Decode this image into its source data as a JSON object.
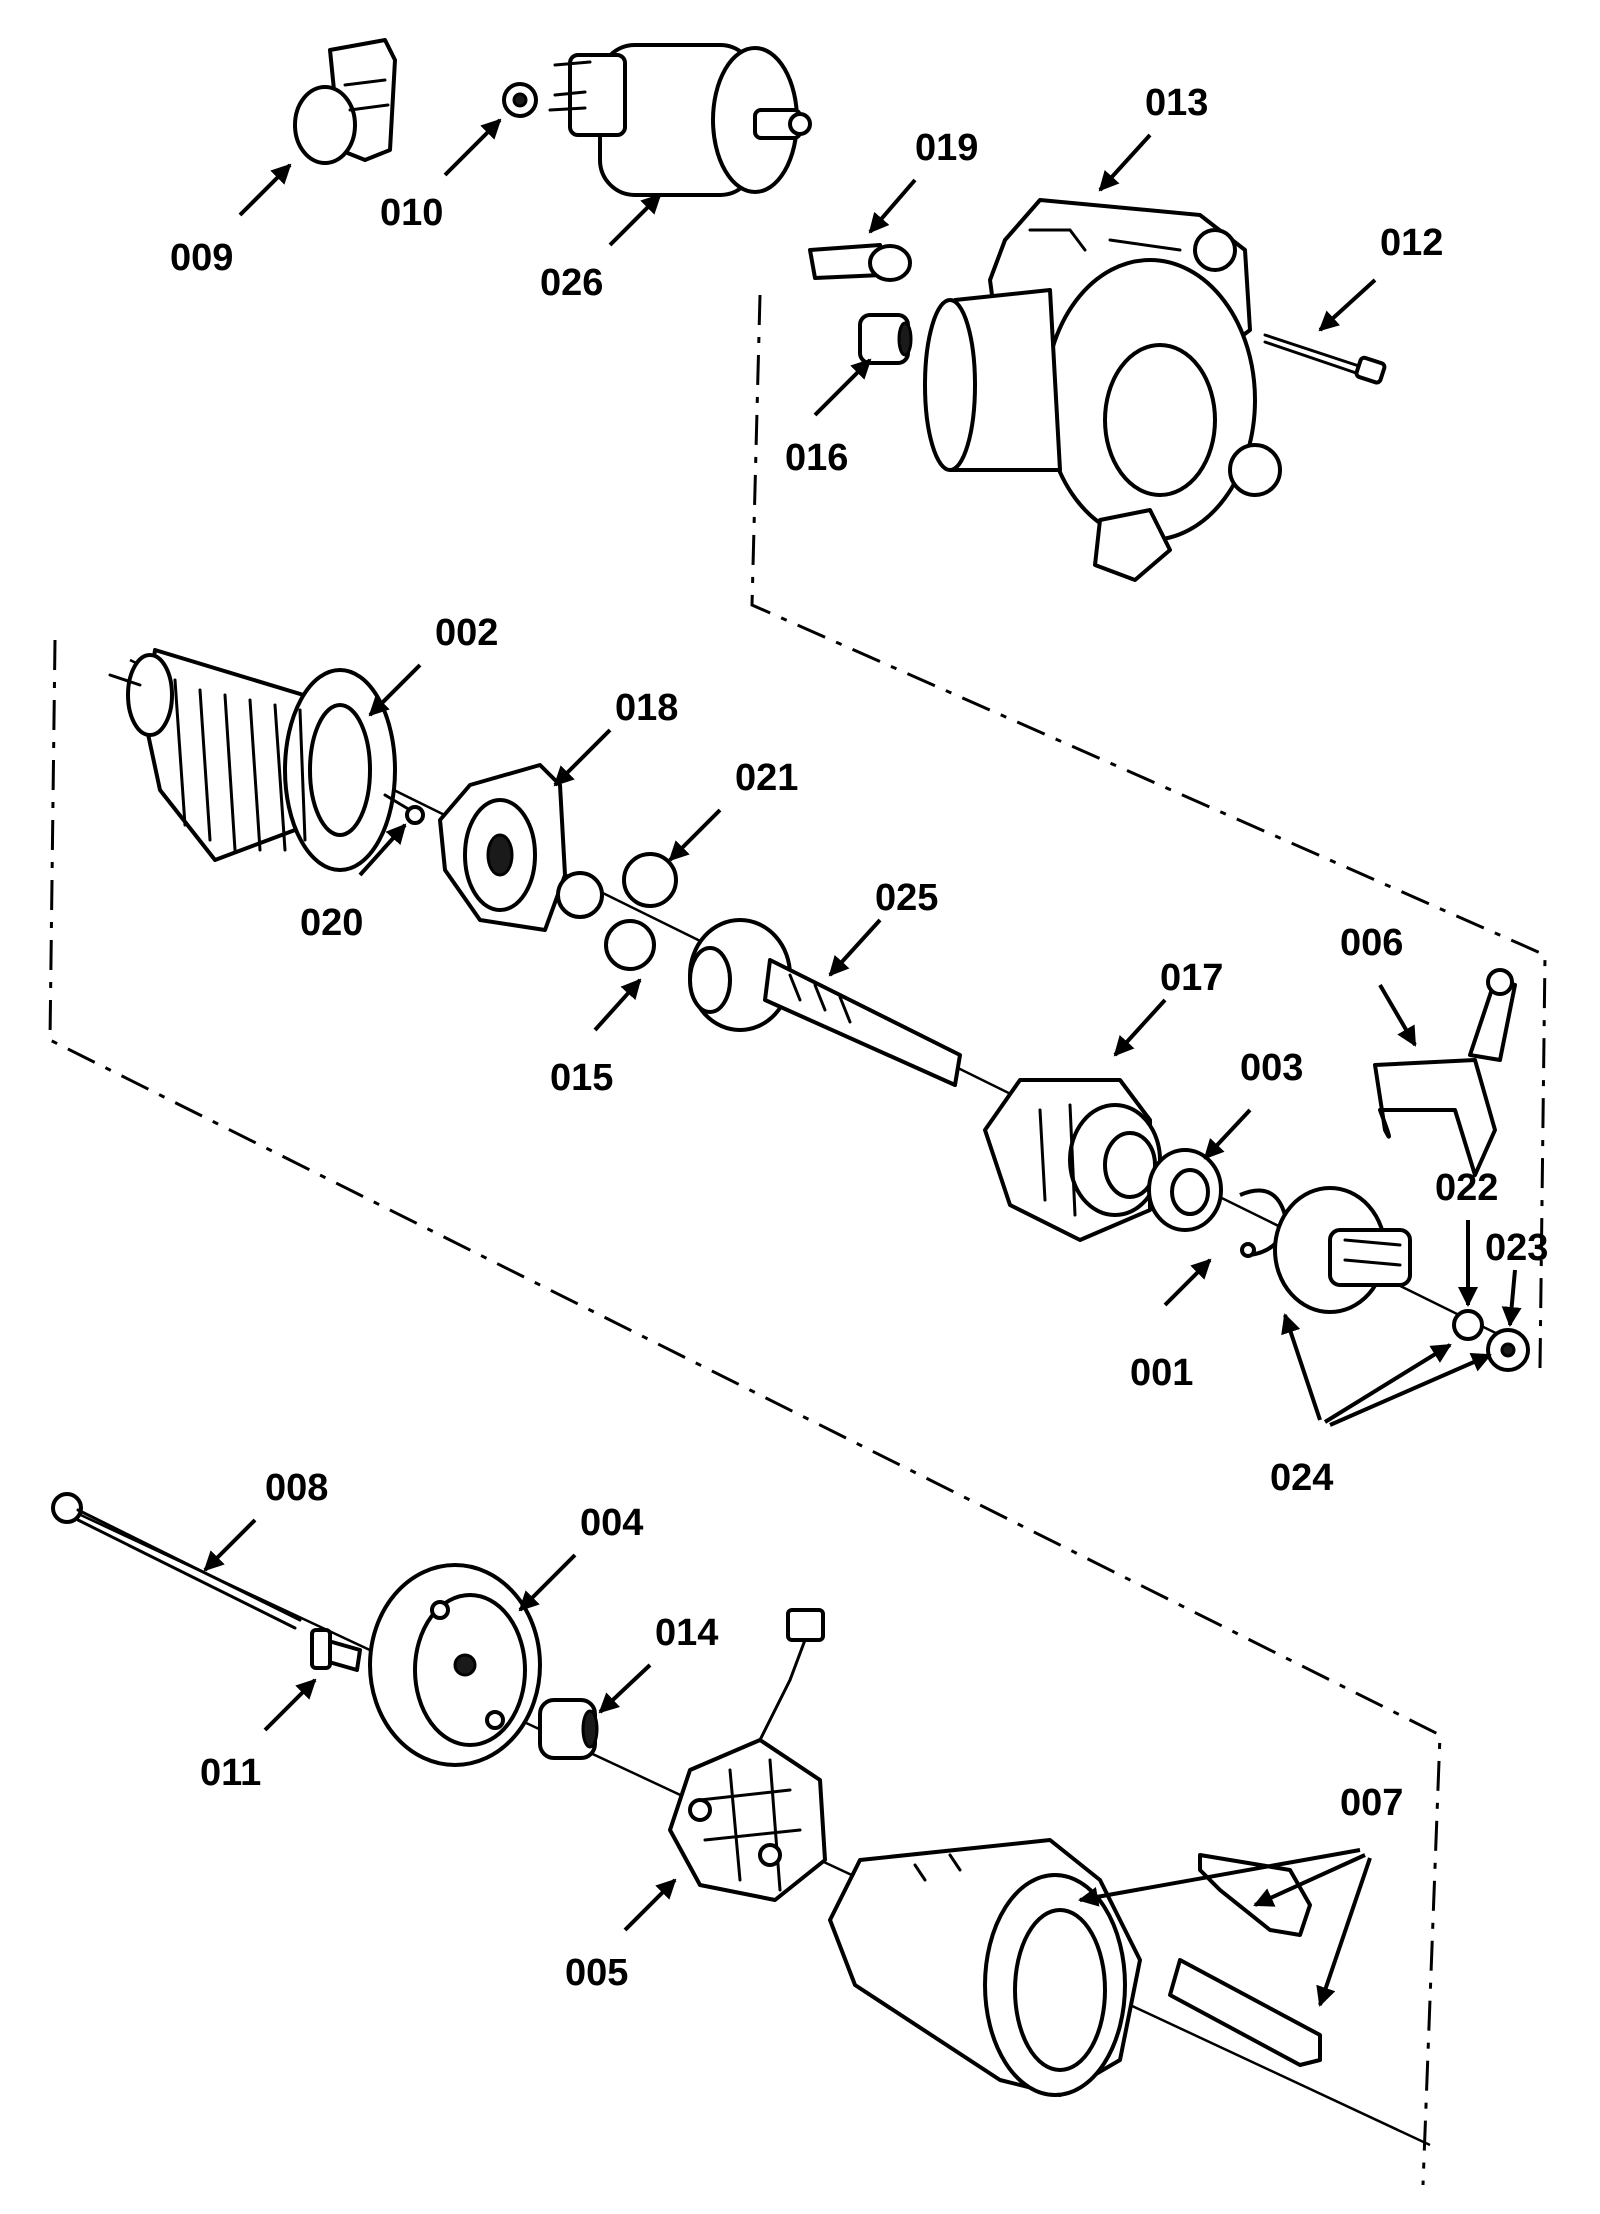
{
  "callouts": {
    "p001": "001",
    "p002": "002",
    "p003": "003",
    "p004": "004",
    "p005": "005",
    "p006": "006",
    "p007": "007",
    "p008": "008",
    "p009": "009",
    "p010": "010",
    "p011": "011",
    "p012": "012",
    "p013": "013",
    "p014": "014",
    "p015": "015",
    "p016": "016",
    "p017": "017",
    "p018": "018",
    "p019": "019",
    "p020": "020",
    "p021": "021",
    "p022": "022",
    "p023": "023",
    "p024": "024",
    "p025": "025",
    "p026": "026"
  }
}
